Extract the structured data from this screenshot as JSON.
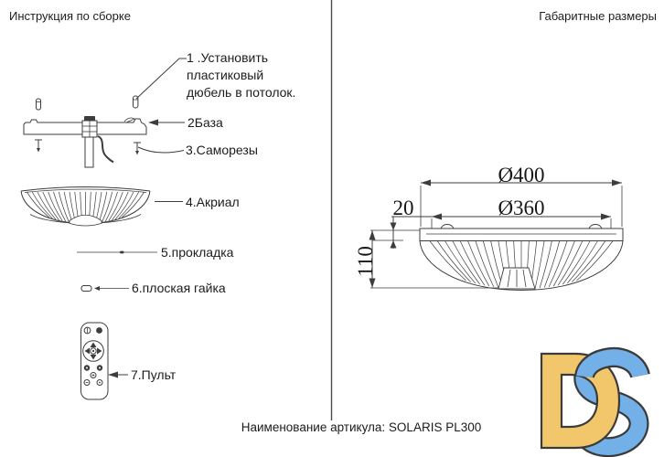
{
  "headers": {
    "left": "Инструкция по сборке",
    "right": "Габаритные размеры"
  },
  "parts": {
    "p1": "1 .Установить\nпластиковый\nдюбель в потолок.",
    "p2": "2База",
    "p3": "3.Саморезы",
    "p4": "4.Акриал",
    "p5": "5.прокладка",
    "p6": "6.плоская гайка",
    "p7": "7.Пульт"
  },
  "dimensions": {
    "d400": "Ø400",
    "d360": "Ø360",
    "d20": "20",
    "d110": "110"
  },
  "footer": {
    "label": "Наименование артикула: SOLARIS PL300"
  },
  "logo": {
    "letters": "DS",
    "yellow": "#F2C76B",
    "blue": "#74B0E8",
    "outline": "#3B3B3B"
  }
}
